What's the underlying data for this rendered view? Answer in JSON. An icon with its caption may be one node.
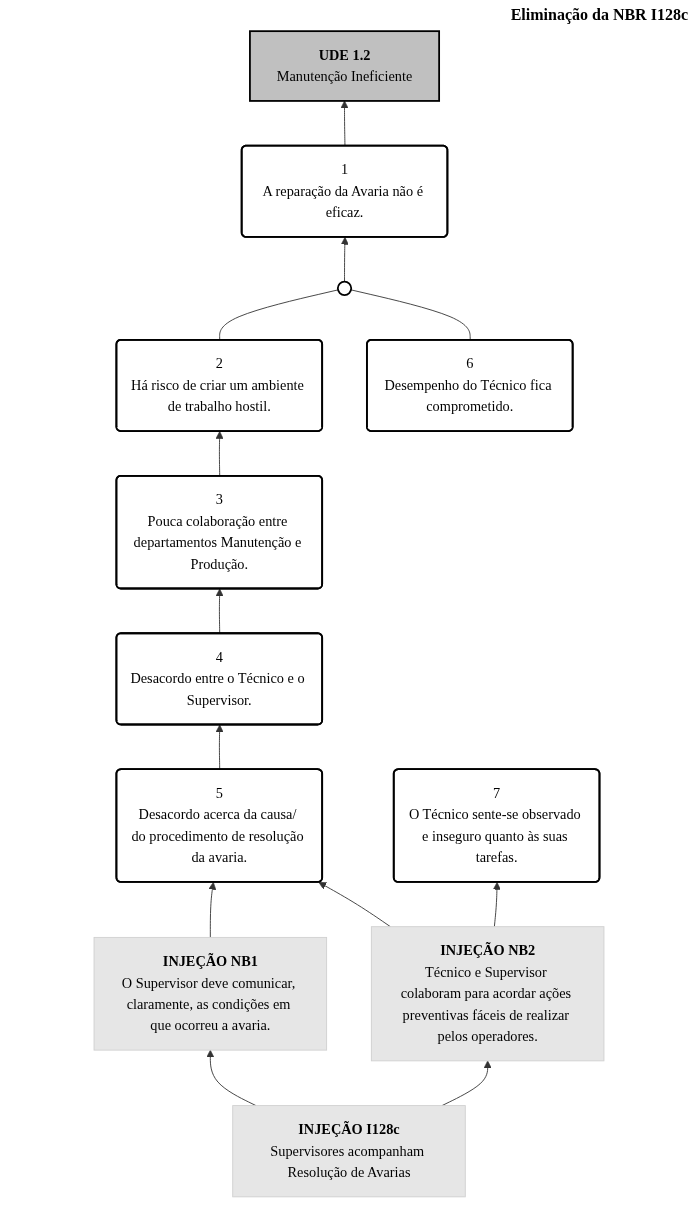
{
  "diagram": {
    "title": "Eliminação da NBR I128c",
    "nodes": [
      {
        "text": [
          "UDE 1.2",
          "Manutenção Ineficiente"
        ]
      },
      {
        "text": [
          "1",
          "A reparação da Avaria não é eficaz."
        ]
      },
      {
        "text": [
          "2",
          "Há risco de criar um ambiente de trabalho hostil."
        ]
      },
      {
        "text": [
          "6",
          "Desempenho do Técnico fica comprometido."
        ]
      },
      {
        "text": [
          "3",
          "Pouca colaboração entre departamentos Manutenção e Produção."
        ]
      },
      {
        "text": [
          "7",
          "O Técnico sente-se observado e inseguro quanto às suas tarefas."
        ]
      },
      {
        "text": [
          "4",
          "Desacordo entre o Técnico e o Supervisor."
        ]
      },
      {
        "text": [
          "5",
          "Desacordo acerca da causa/ do procedimento de resolução da avaria."
        ]
      },
      {
        "text": [
          "INJEÇÃO NB1",
          "O Supervisor deve comunicar, claramente, as condições em que ocorreu a avaria."
        ]
      },
      {
        "text": [
          "INJEÇÃO NB2",
          "Técnico e Supervisor colaboram para acordar ações preventivas fáceis de realizar pelos operadores."
        ]
      },
      {
        "text": [
          "INJEÇÃO I128c",
          "Supervisores acompanham Resolução de Avarias"
        ]
      },
      {
        "text": [],
        "shape": "ellipse"
      }
    ],
    "edges": [
      {
        "from": 1,
        "to": 0,
        "arrow": "to"
      },
      {
        "from": 11,
        "to": 1,
        "arrow": "to"
      },
      {
        "from": 2,
        "to": 11,
        "arrow": "none"
      },
      {
        "from": 3,
        "to": 11,
        "arrow": "none"
      },
      {
        "from": 4,
        "to": 2,
        "arrow": "to"
      },
      {
        "from": 6,
        "to": 4,
        "arrow": "to"
      },
      {
        "from": 7,
        "to": 6,
        "arrow": "to"
      },
      {
        "from": 8,
        "to": 7,
        "arrow": "to"
      },
      {
        "from": 9,
        "to": 7,
        "arrow": "to"
      },
      {
        "from": 9,
        "to": 5,
        "arrow": "to"
      },
      {
        "from": 10,
        "to": 8,
        "arrow": "to"
      },
      {
        "from": 10,
        "to": 9,
        "arrow": "to"
      }
    ]
  }
}
